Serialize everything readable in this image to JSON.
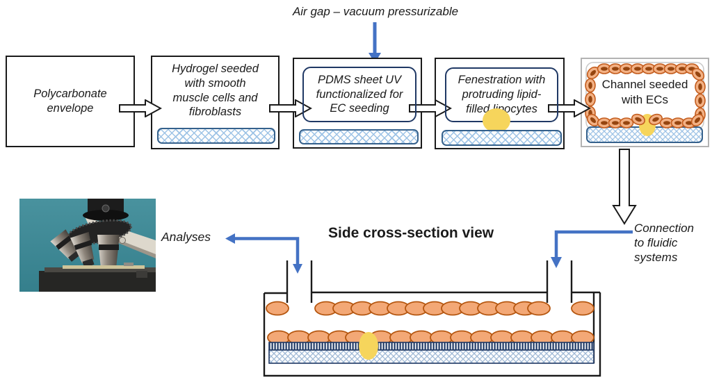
{
  "labels": {
    "air_gap": "Air gap – vacuum pressurizable",
    "analyses": "Analyses",
    "cross_section_title": "Side cross-section view"
  },
  "connection": {
    "lines": [
      "Connection",
      "to fluidic",
      "systems"
    ]
  },
  "process_boxes": [
    {
      "label": "Polycarbonate envelope",
      "lines": [
        "Polycarbonate",
        "envelope"
      ]
    },
    {
      "label": "Hydrogel seeded with smooth muscle cells and fibroblasts",
      "lines": [
        "Hydrogel seeded",
        "with smooth",
        "muscle cells and",
        "fibroblasts"
      ]
    },
    {
      "label": "PDMS sheet UV functionalized for EC seeding",
      "lines": [
        "PDMS sheet UV",
        "functionalized for",
        "EC seeding"
      ]
    },
    {
      "label": "Fenestration with protruding lipid-filled lipocytes",
      "lines": [
        "Fenestration with",
        "protruding lipid-",
        "filled lipocytes"
      ]
    },
    {
      "label": "Channel seeded with ECs",
      "lines": [
        "Channel seeded",
        "with ECs"
      ]
    }
  ],
  "icons": {
    "flow_arrow": "hollow-right-block-arrow",
    "transfer_arrow": "hollow-down-block-arrow",
    "air_gap_arrow": "blue-down-arrow",
    "analyses_arrow": "blue-elbow-left-arrow",
    "fluidic_arrow": "blue-elbow-down-arrow",
    "microscope_photo": "microscope-objectives-photo"
  },
  "colors": {
    "accent_blue": "#4472c4",
    "navy": "#1f3864",
    "cell_fill": "#f3b184",
    "cell_outline": "#c35c1d",
    "nucleus_brown": "#96450f",
    "lipid_yellow": "#f6d55c",
    "hatch_blue": "#9dc3e6",
    "photo_teal": "#3d8d99"
  }
}
